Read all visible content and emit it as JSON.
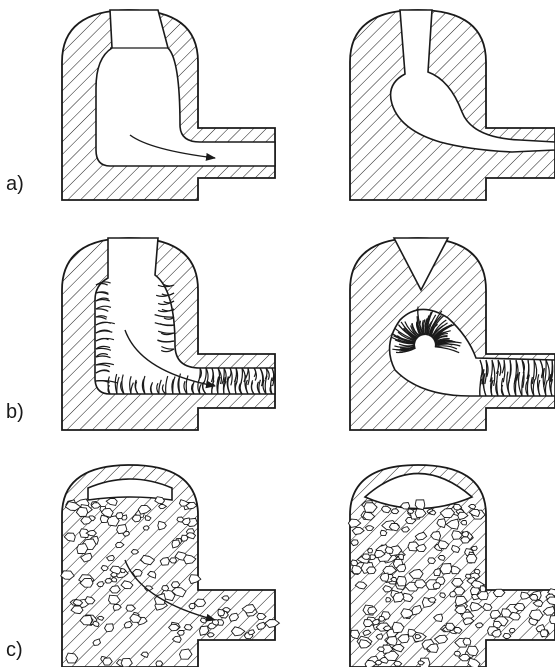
{
  "rows": [
    {
      "label": "a)"
    },
    {
      "label": "b)"
    },
    {
      "label": "c)"
    }
  ],
  "colors": {
    "ink": "#1a1a1a",
    "background": "#ffffff"
  }
}
